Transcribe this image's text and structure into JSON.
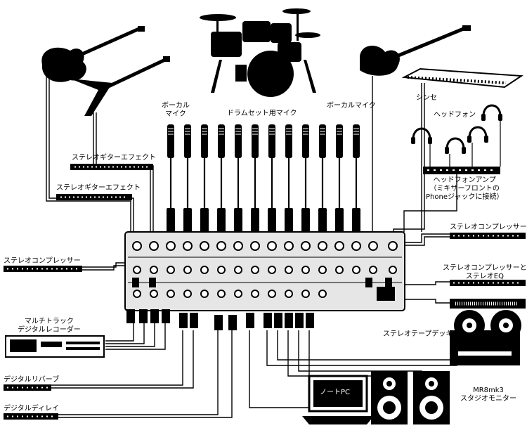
{
  "labels": {
    "vocal_mic_left": [
      "ボーカル",
      "マイク"
    ],
    "drum_mics": "ドラムセット用マイク",
    "vocal_mic_right": "ボーカルマイク",
    "synth": "シンセ",
    "headphones": "ヘッドフォン",
    "headphone_amp": [
      "ヘッドフォンアンプ",
      "（ミキサーフロントの",
      "Phoneジャックに接続）"
    ],
    "guitar_fx_1": "ステレオギターエフェクト",
    "guitar_fx_2": "ステレオギターエフェクト",
    "compressor_left": "ステレオコンプレッサー",
    "multitrack": [
      "マルチトラック",
      "デジタルレコーダー"
    ],
    "digital_reverb": "デジタルリバーブ",
    "digital_delay": "デジタルディレイ",
    "compressor_right": "ステレオコンプレッサー",
    "compressor_eq": [
      "ステレオコンプレッサーと",
      "ステレオEQ"
    ],
    "tape_deck": "ステレオテープデッキ",
    "laptop_screen": "ノートPC",
    "monitors": [
      "MR8mk3",
      "スタジオモニター"
    ]
  },
  "colors": {
    "ink": "#000000",
    "paper": "#ffffff",
    "panel": "#e6e6e6"
  }
}
